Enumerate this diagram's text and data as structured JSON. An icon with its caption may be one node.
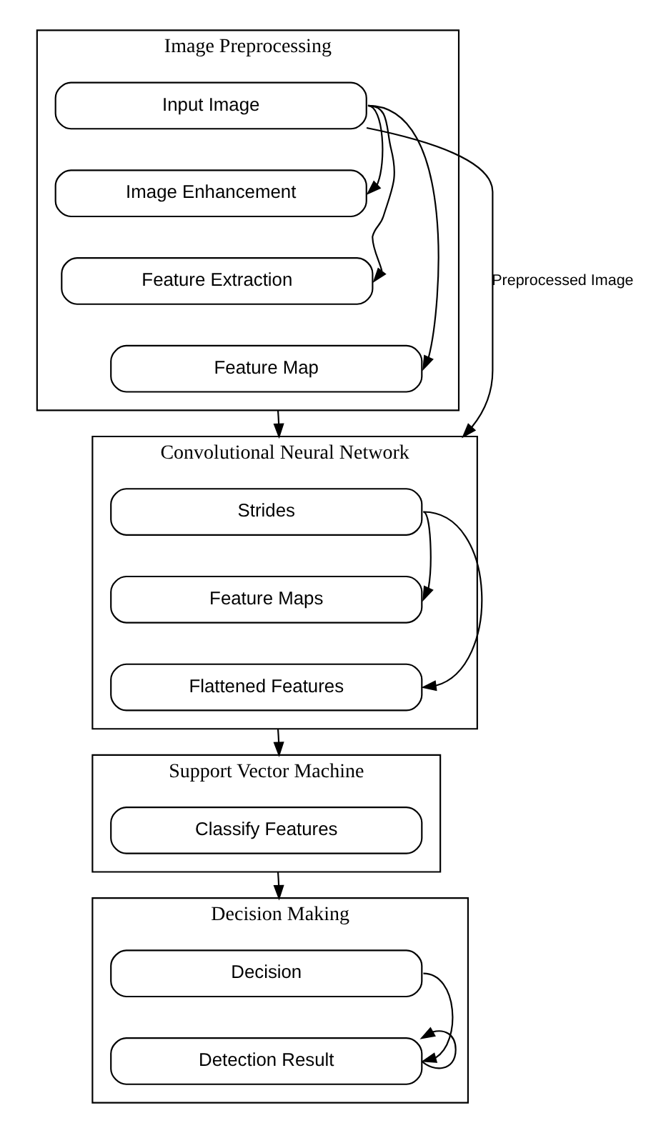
{
  "diagram": {
    "nodes": [
      {
        "text": [
          "Image Preprocessing"
        ]
      },
      {
        "text": [
          "Input Image"
        ],
        "in": 0
      },
      {
        "text": [
          "Image Enhancement"
        ],
        "in": 0
      },
      {
        "text": [
          "Feature Extraction"
        ],
        "in": 0
      },
      {
        "text": [
          "Feature Map"
        ],
        "in": 0
      },
      {
        "text": [
          "Convolutional Neural Network"
        ]
      },
      {
        "text": [
          "Strides"
        ],
        "in": 5
      },
      {
        "text": [
          "Feature Maps"
        ],
        "in": 5
      },
      {
        "text": [
          "Flattened Features"
        ],
        "in": 5
      },
      {
        "text": [
          "Support Vector Machine"
        ]
      },
      {
        "text": [
          "Classify Features"
        ],
        "in": 9
      },
      {
        "text": [
          "Decision Making"
        ]
      },
      {
        "text": [
          "Decision"
        ],
        "in": 11
      },
      {
        "text": [
          "Detection Result"
        ],
        "in": 11
      }
    ],
    "edges": [
      {
        "from": 1,
        "to": 2,
        "arrow": "to"
      },
      {
        "from": 1,
        "to": 3,
        "arrow": "to"
      },
      {
        "from": 1,
        "to": 4,
        "arrow": "to"
      },
      {
        "from": 1,
        "to": 5,
        "arrow": "to",
        "label": "Preprocessed Image"
      },
      {
        "from": 0,
        "to": 5,
        "arrow": "to"
      },
      {
        "from": 6,
        "to": 7,
        "arrow": "to"
      },
      {
        "from": 6,
        "to": 8,
        "arrow": "to"
      },
      {
        "from": 5,
        "to": 9,
        "arrow": "to"
      },
      {
        "from": 9,
        "to": 11,
        "arrow": "to"
      },
      {
        "from": 12,
        "to": 13,
        "arrow": "to"
      },
      {
        "from": 13,
        "to": 13,
        "arrow": "to"
      }
    ]
  }
}
